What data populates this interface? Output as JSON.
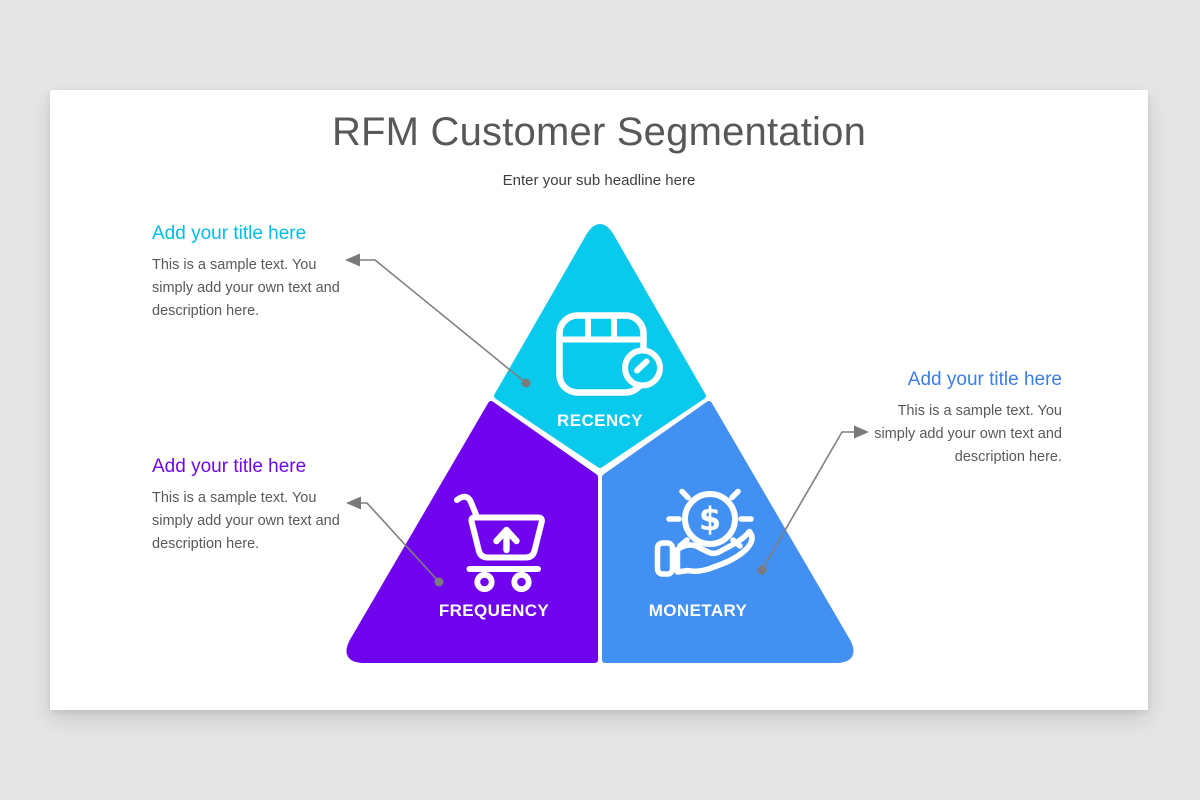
{
  "header": {
    "title": "RFM Customer Segmentation",
    "subtitle": "Enter your sub headline here",
    "title_color": "#58585a",
    "subtitle_color": "#3e3e3e"
  },
  "segments": [
    {
      "key": "recency",
      "label": "RECENCY",
      "color": "#09c9ec",
      "icon": "calendar-clock-icon"
    },
    {
      "key": "frequency",
      "label": "FREQUENCY",
      "color": "#7004ee",
      "icon": "shopping-cart-arrow-up-icon"
    },
    {
      "key": "monetary",
      "label": "MONETARY",
      "color": "#4190f2",
      "icon": "hand-holding-dollar-icon"
    }
  ],
  "callouts": [
    {
      "position": "top-left",
      "title": "Add your title here",
      "title_color": "#00bde6",
      "body": "This is a sample text. You simply add your own text and description here."
    },
    {
      "position": "middle-left",
      "title": "Add your title here",
      "title_color": "#7009e8",
      "body": "This is a sample text. You simply add your own text and description here."
    },
    {
      "position": "right",
      "title": "Add your title here",
      "title_color": "#3c7de9",
      "body": "This is a sample text. You simply add your own text and description here."
    }
  ],
  "connector_color": "#7f7f7f",
  "canvas": {
    "background": "#e7e6e6",
    "slide_background": "#ffffff",
    "label_text_color": "#ffffff",
    "body_text_color": "#595959"
  }
}
